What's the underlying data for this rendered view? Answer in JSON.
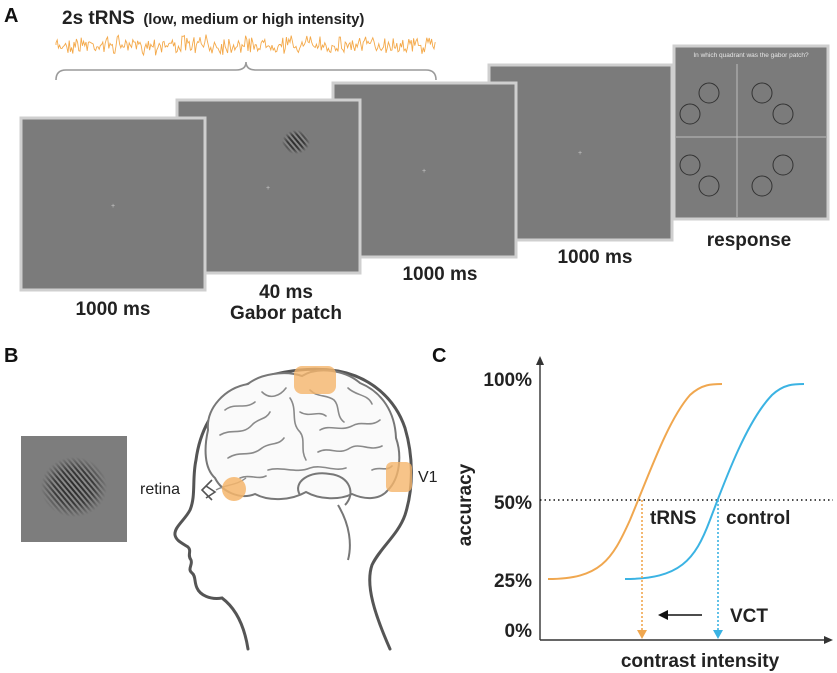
{
  "panel_a": {
    "letter": "A",
    "trns_main": "2s tRNS",
    "trns_detail": "(low, medium or high intensity)",
    "screens": [
      {
        "label1": "1000 ms",
        "label2": ""
      },
      {
        "label1": "40 ms",
        "label2": "Gabor patch"
      },
      {
        "label1": "1000 ms",
        "label2": ""
      },
      {
        "label1": "1000 ms",
        "label2": ""
      },
      {
        "label1": "response",
        "label2": ""
      }
    ],
    "question": "In which quadrant was the gabor patch?",
    "noise_color": "#f4a94a",
    "screen_color": "#7b7b7b"
  },
  "panel_b": {
    "letter": "B",
    "retina_label": "retina",
    "v1_label": "V1",
    "electrode_color": "#f5b56b"
  },
  "panel_c": {
    "letter": "C",
    "ylabel": "accuracy",
    "xlabel": "contrast intensity",
    "yticks": [
      "100%",
      "50%",
      "25%",
      "0%"
    ],
    "trns_label": "tRNS",
    "control_label": "control",
    "vct_label": "VCT",
    "trns_color": "#f0a74f",
    "control_color": "#3bb3e3"
  }
}
